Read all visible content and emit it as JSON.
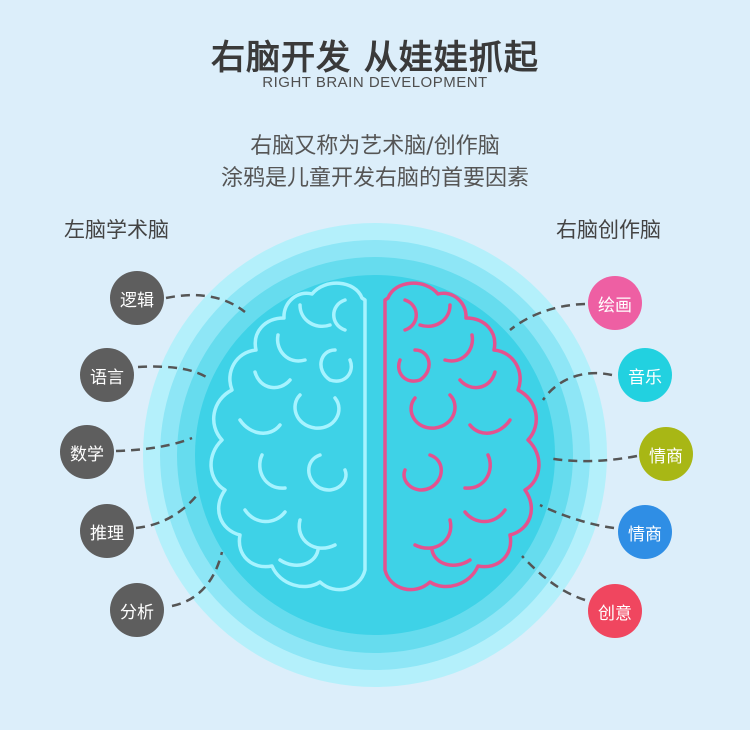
{
  "title": "右脑开发 从娃娃抓起",
  "subtitle": "RIGHT BRAIN DEVELOPMENT",
  "description": [
    "右脑又称为艺术脑/创作脑",
    "涂鸦是儿童开发右脑的首要因素"
  ],
  "left": {
    "heading": "左脑学术脑",
    "items": [
      {
        "label": "逻辑"
      },
      {
        "label": "语言"
      },
      {
        "label": "数学"
      },
      {
        "label": "推理"
      },
      {
        "label": "分析"
      }
    ]
  },
  "right": {
    "heading": "右脑创作脑",
    "items": [
      {
        "label": "绘画",
        "color": "#ee5fa3"
      },
      {
        "label": "音乐",
        "color": "#22d1e0"
      },
      {
        "label": "情商",
        "color": "#a8b715"
      },
      {
        "label": "情商",
        "color": "#2f8ee5"
      },
      {
        "label": "创意",
        "color": "#f0465f"
      }
    ]
  },
  "colors": {
    "background": "#dceefa",
    "left_node": "#5e5e5e",
    "left_brain": "#a6f3ff",
    "right_brain": "#e4528f",
    "circle_outer": "#9ae8f6",
    "circle_inner": "#3ed2e7"
  }
}
